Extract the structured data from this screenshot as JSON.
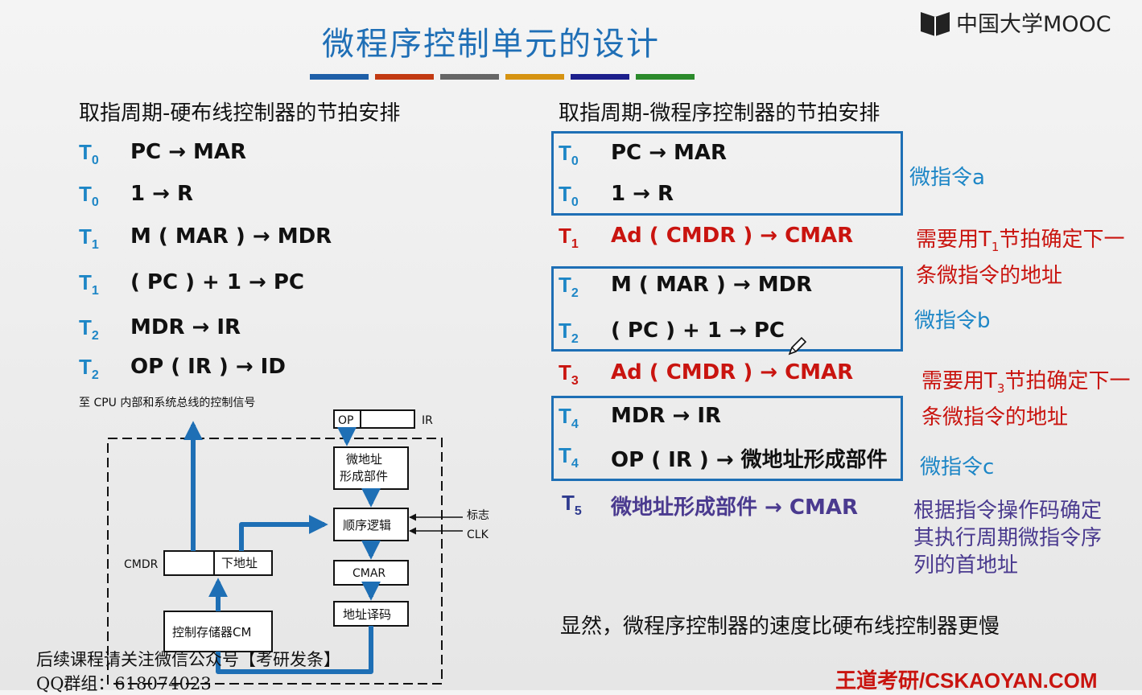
{
  "header": {
    "title": "微程序控制单元的设计",
    "logo_text": "中国大学MOOC"
  },
  "accent_bars": [
    "#1e5fa8",
    "#c23a12",
    "#666666",
    "#d69311",
    "#1c1f8c",
    "#2b8a2b"
  ],
  "left": {
    "heading": "取指周期-硬布线控制器的节拍安排",
    "rows": [
      {
        "t": "T",
        "sub": "0",
        "stmt": "PC → MAR"
      },
      {
        "t": "T",
        "sub": "0",
        "stmt": "1 → R"
      },
      {
        "t": "T",
        "sub": "1",
        "stmt": "M ( MAR ) → MDR"
      },
      {
        "t": "T",
        "sub": "1",
        "stmt": "( PC ) + 1 → PC"
      },
      {
        "t": "T",
        "sub": "2",
        "stmt": "MDR → IR"
      },
      {
        "t": "T",
        "sub": "2",
        "stmt": "OP ( IR ) → ID"
      }
    ]
  },
  "diagram": {
    "signal_label": "至 CPU 内部和系统总线的控制信号",
    "op": "OP",
    "ir": "IR",
    "micro_addr_gen_1": "微地址",
    "micro_addr_gen_2": "形成部件",
    "seq_logic": "顺序逻辑",
    "flag": "标志",
    "clk": "CLK",
    "cmdr": "CMDR",
    "next_addr": "下地址",
    "cmar": "CMAR",
    "addr_decoder": "地址译码",
    "control_store": "控制存储器CM"
  },
  "right": {
    "heading": "取指周期-微程序控制器的节拍安排",
    "rows": [
      {
        "t": "T",
        "sub": "0",
        "stmt": "PC → MAR",
        "color": "blue"
      },
      {
        "t": "T",
        "sub": "0",
        "stmt": "1 → R",
        "color": "blue"
      },
      {
        "t": "T",
        "sub": "1",
        "stmt": "Ad ( CMDR ) → CMAR",
        "color": "red"
      },
      {
        "t": "T",
        "sub": "2",
        "stmt": "M ( MAR ) → MDR",
        "color": "blue"
      },
      {
        "t": "T",
        "sub": "2",
        "stmt": "( PC ) + 1 → PC",
        "color": "blue"
      },
      {
        "t": "T",
        "sub": "3",
        "stmt": "Ad ( CMDR ) → CMAR",
        "color": "red"
      },
      {
        "t": "T",
        "sub": "4",
        "stmt": "MDR → IR",
        "color": "blue"
      },
      {
        "t": "T",
        "sub": "4",
        "stmt": "OP ( IR ) → 微地址形成部件",
        "color": "blue"
      },
      {
        "t": "T",
        "sub": "5",
        "stmt": "微地址形成部件 → CMAR",
        "color": "purple"
      }
    ],
    "micro_a": "微指令a",
    "micro_b": "微指令b",
    "micro_c": "微指令c",
    "note1_pre": "需要用T",
    "note1_sub": "1",
    "note1_post": "节拍确定下一条微指令的地址",
    "note2_pre": "需要用T",
    "note2_sub": "3",
    "note2_post": "节拍确定下一条微指令的地址",
    "note3": "根据指令操作码确定其执行周期微指令序列的首地址",
    "conclusion": "显然，微程序控制器的速度比硬布线控制器更慢"
  },
  "footer": {
    "brand": "王道考研/CSKAOYAN.COM",
    "overlay_1": "后续课程请关注微信公众号【考研发条】",
    "overlay_2": "QQ群组：618074023"
  }
}
